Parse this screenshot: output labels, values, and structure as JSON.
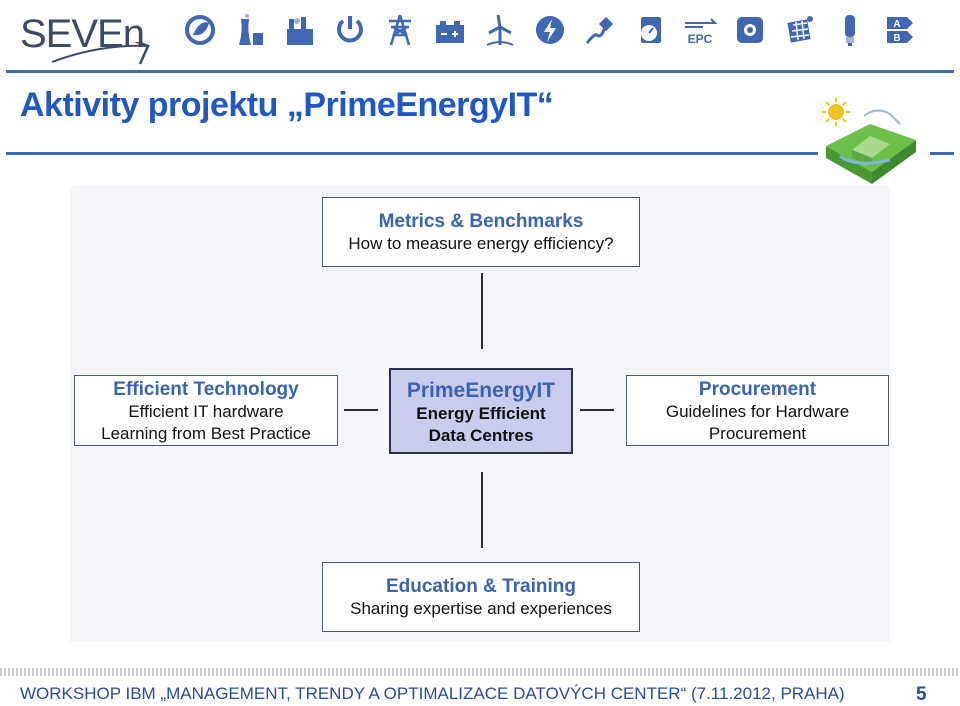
{
  "header": {
    "logo_text": "SEVEn",
    "icons": [
      "recycle-leaf-icon",
      "nuclear-plant-icon",
      "factory-icon",
      "power-button-icon",
      "pylon-icon",
      "battery-icon",
      "wind-turbine-icon",
      "lightning-icon",
      "plug-icon",
      "meter-icon",
      "epc-label-icon",
      "chip-icon",
      "solar-panel-icon",
      "light-bulb-icon",
      "energy-label-icon"
    ],
    "icon_texts": {
      "epc": "EPC",
      "ab_a": "A",
      "ab_b": "B"
    }
  },
  "title": "Aktivity projektu „PrimeEnergyIT“",
  "diagram": {
    "top": {
      "heading": "Metrics & Benchmarks",
      "lines": [
        "How to measure energy efficiency?"
      ]
    },
    "left": {
      "heading": "Efficient Technology",
      "lines": [
        "Efficient IT hardware",
        "Learning from Best Practice"
      ]
    },
    "center": {
      "heading": "PrimeEnergyIT",
      "lines": [
        "Energy Efficient",
        "Data Centres"
      ]
    },
    "right": {
      "heading": "Procurement",
      "lines": [
        "Guidelines for Hardware",
        "Procurement"
      ]
    },
    "bottom": {
      "heading": "Education & Training",
      "lines": [
        "Sharing expertise and experiences"
      ]
    }
  },
  "footer": {
    "text": "WORKSHOP IBM „MANAGEMENT, TRENDY A OPTIMALIZACE DATOVÝCH CENTER“ (7.11.2012, PRAHA)",
    "page_number": "5"
  },
  "colors": {
    "accent": "#3f67b3",
    "title": "#2057c4",
    "center_fill": "#c9ccec"
  }
}
